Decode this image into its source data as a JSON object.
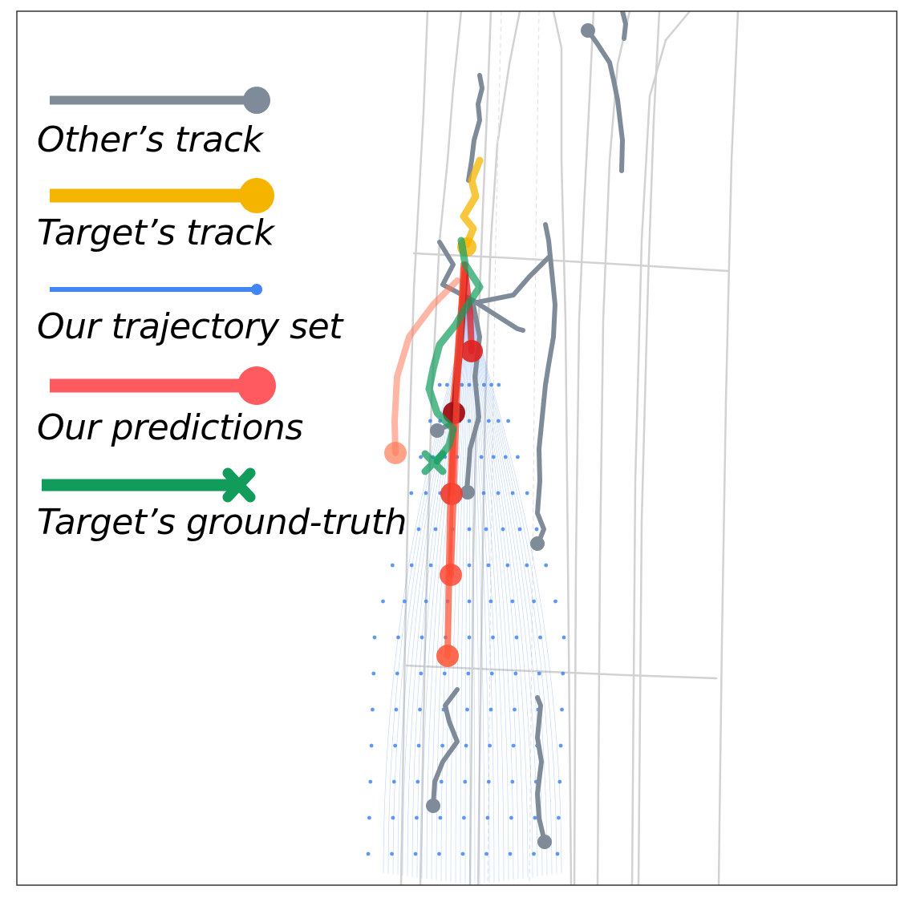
{
  "colors": {
    "others_track": "#7f8b99",
    "target_track": "#f5b400",
    "trajectory_set": "#4285f4",
    "predictions": "#ff5a5f",
    "ground_truth": "#129c5c",
    "lanes": "#d2d2d2",
    "frame": "#333333"
  },
  "legend": {
    "items": [
      {
        "key": "others_track",
        "label": "Other’s track",
        "icon": "line-dot-icon"
      },
      {
        "key": "target_track",
        "label": "Target’s track",
        "icon": "line-dot-icon"
      },
      {
        "key": "trajectory_set",
        "label": "Our trajectory set",
        "icon": "line-dot-icon"
      },
      {
        "key": "predictions",
        "label": "Our predictions",
        "icon": "line-dot-icon"
      },
      {
        "key": "ground_truth",
        "label": "Target’s ground-truth",
        "icon": "line-cross-icon"
      }
    ]
  }
}
